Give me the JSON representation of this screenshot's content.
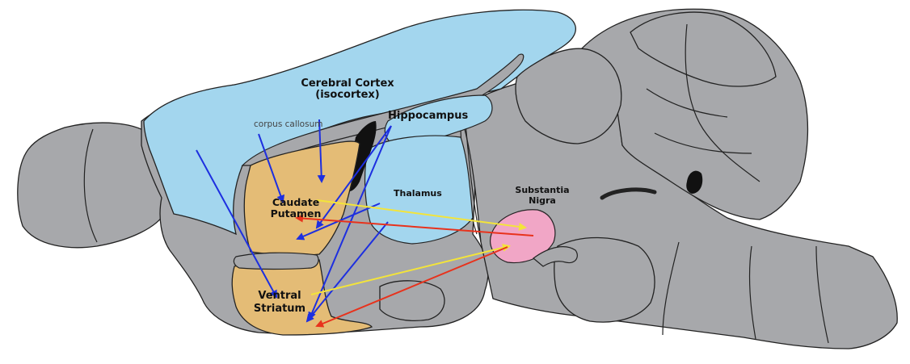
{
  "labels": {
    "cortex_line1": "Cerebral Cortex",
    "cortex_line2": "(isocortex)",
    "corpus_callosum": "corpus callosum",
    "hippocampus": "Hippocampus",
    "thalamus": "Thalamus",
    "caudate_line1": "Caudate",
    "caudate_line2": "Putamen",
    "ventral_line1": "Ventral",
    "ventral_line2": "Striatum",
    "substantia_line1": "Substantia",
    "substantia_line2": "Nigra"
  },
  "colors": {
    "brain_gray": "#a7a8ab",
    "cortex_blue": "#a3d6ee",
    "striatum_tan": "#e4bc76",
    "substantia_pink": "#f1a6c6",
    "outline": "#222222",
    "arrow_blue": "#1d2fe0",
    "arrow_yellow": "#f3e43a",
    "arrow_red": "#e8321c"
  },
  "arrow_groups": {
    "cortical_to_striatum": "blue",
    "nigra_to_striatum": "red",
    "striatum_to_nigra": "yellow"
  }
}
